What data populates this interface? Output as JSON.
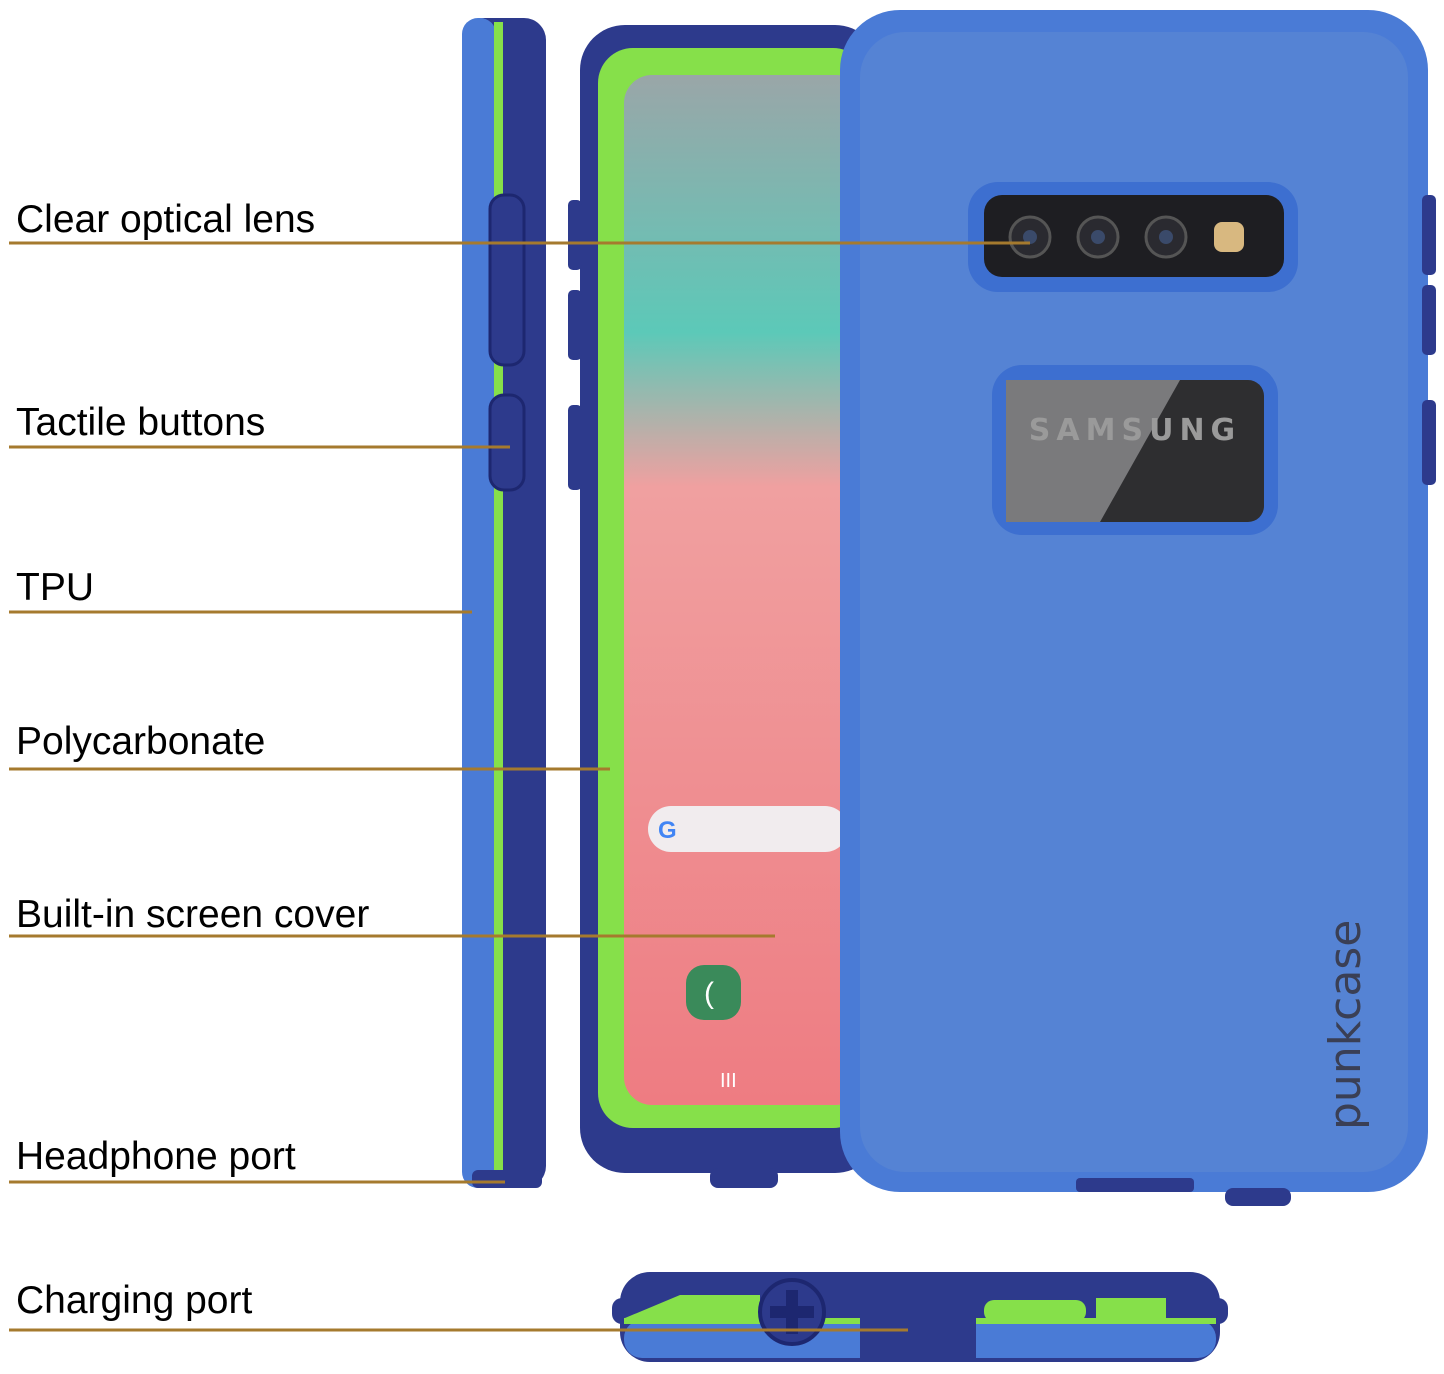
{
  "callouts": [
    {
      "label": "Clear optical lens"
    },
    {
      "label": "Tactile buttons"
    },
    {
      "label": "TPU"
    },
    {
      "label": "Polycarbonate"
    },
    {
      "label": "Built-in screen cover"
    },
    {
      "label": "Headphone port"
    },
    {
      "label": "Charging port"
    }
  ],
  "product": {
    "brand_logo": "punkcase",
    "phone_brand_window_text": "SAMSUNG",
    "case_color": "#5583d4",
    "trim_color": "#2d3a8c",
    "accent_color": "#86e04a",
    "leader_line_color": "#a57a2e"
  }
}
